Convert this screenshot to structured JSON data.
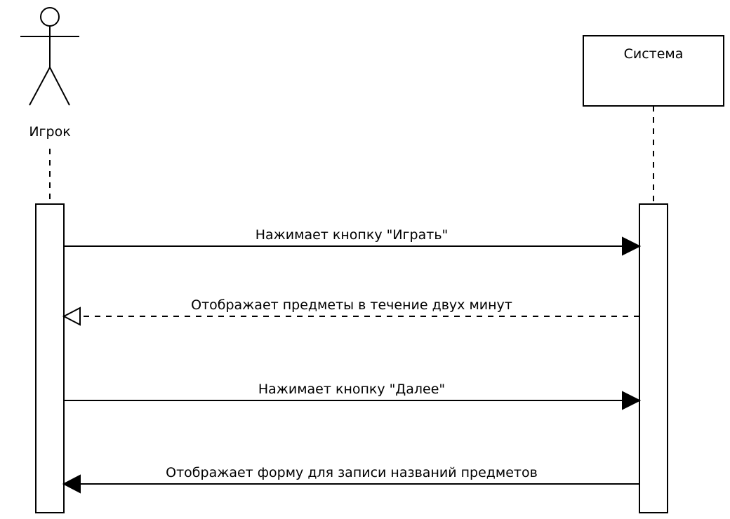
{
  "diagram": {
    "type": "uml-sequence",
    "actor": {
      "name": "Игрок"
    },
    "system": {
      "name": "Система"
    },
    "messages": [
      {
        "text": "Нажимает кнопку \"Играть\"",
        "direction": "actor-to-system",
        "style": "solid",
        "arrowhead": "filled"
      },
      {
        "text": "Отображает предметы в течение двух минут",
        "direction": "system-to-actor",
        "style": "dashed",
        "arrowhead": "open"
      },
      {
        "text": "Нажимает кнопку \"Далее\"",
        "direction": "actor-to-system",
        "style": "solid",
        "arrowhead": "filled"
      },
      {
        "text": "Отображает форму для записи названий предметов",
        "direction": "system-to-actor",
        "style": "solid",
        "arrowhead": "filled"
      }
    ]
  }
}
